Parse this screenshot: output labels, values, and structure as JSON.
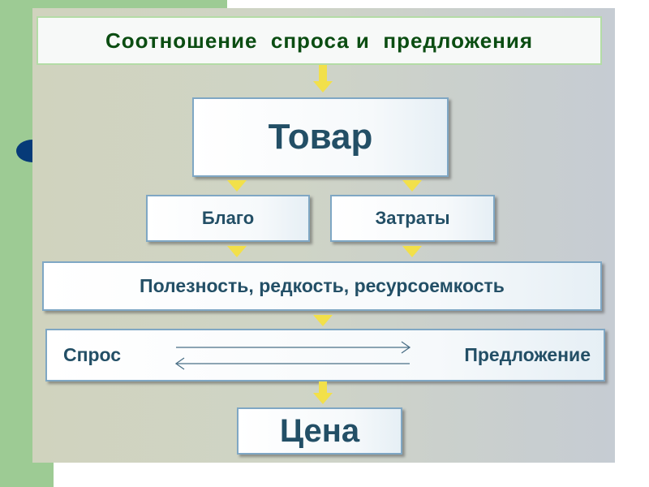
{
  "title": "Соотношение  спроса и  предложения",
  "nodes": {
    "tovar": "Товар",
    "blago": "Благо",
    "zatraty": "Затраты",
    "properties": "Полезность, редкость, ресурсоемкость",
    "demand": "Спрос",
    "supply": "Предложение",
    "price": "Цена"
  },
  "colors": {
    "title_text": "#0b4d12",
    "node_text": "#234f66",
    "arrow": "#f2e04a",
    "accent_green": "#9dcb94"
  }
}
